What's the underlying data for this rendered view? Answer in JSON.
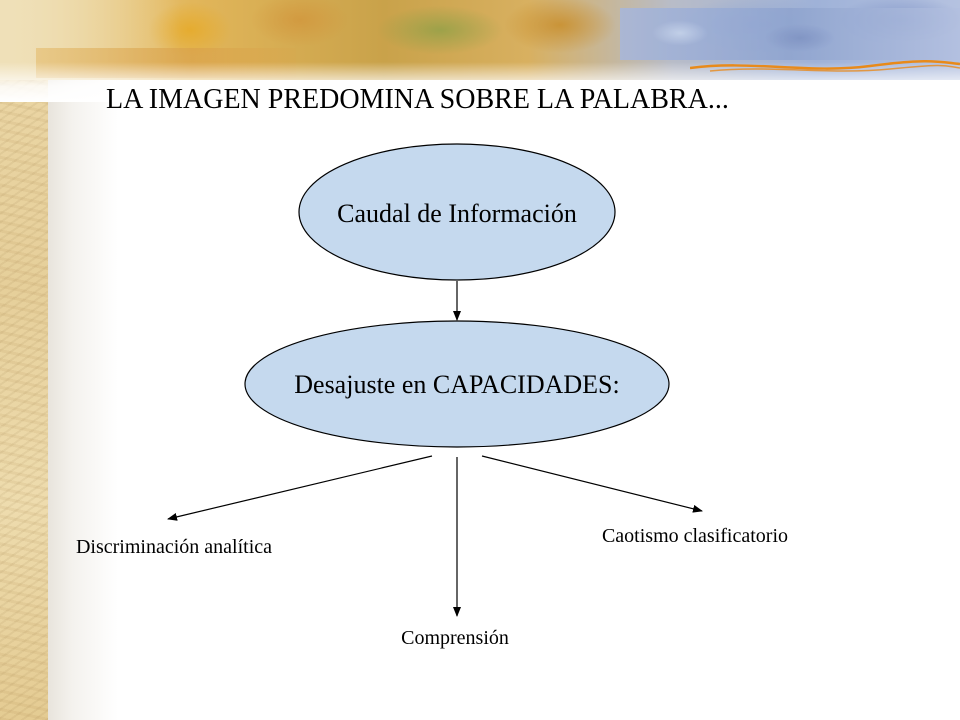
{
  "slide": {
    "title": "LA IMAGEN PREDOMINA SOBRE LA PALABRA..."
  },
  "diagram": {
    "top_node": "Caudal de Información",
    "middle_node": "Desajuste en CAPACIDADES:",
    "branches": {
      "left": "Discriminación analítica",
      "center": "Comprensión",
      "right": "Caotismo clasificatorio"
    }
  },
  "colors": {
    "node_fill": "#c5d9ee",
    "node_stroke": "#000000",
    "banner_accent": "#e88a1a"
  }
}
